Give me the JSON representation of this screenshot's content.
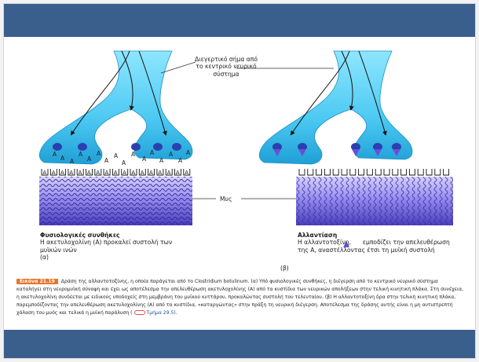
{
  "labels": {
    "signal": "Διεγερτικό σήμα από το κεντρικό νευρικό σύστημα",
    "muscle": "Μυς",
    "sub_a": "(α)",
    "sub_b": "(β)",
    "acetylcholine_letter": "A"
  },
  "left_panel": {
    "title": "Φυσιολογικές συνθήκες",
    "text": "Η ακετυλοχολίνη (A) προκαλεί συστολή των μυϊκών ινών"
  },
  "right_panel": {
    "title": "Αλλαντίαση",
    "text_before": "Η αλλαντοτοξίνη,",
    "text_after": "εμποδίζει την απελευθέρωση της A, αναστέλλοντας έτσι τη μυϊκή συστολή"
  },
  "caption": {
    "tag": "Εικόνα 21.19",
    "text": "Δράση της αλλαντοτοξίνης, η οποία παράγεται από το Clostridium botulinum. (α) Υπό φυσιολογικές συνθήκες, η διέγερση από το κεντρικό νευρικό σύστημα καταλήγει στη νευρομυϊκή σύναψη και έχει ως αποτέλεσμα την απελευθέρωση ακετυλοχολίνης (A) από τα κυστίδια των νευρικών απολήξεων στην τελική κινητική πλάκα. Στη συνέχεια, η ακετυλοχολίνη συνδέεται με ειδικούς υποδοχείς στη μεμβράνη του μυϊκού κυττάρου, προκαλώντας συστολή του τελευταίου. (β) Η αλλαντοτοξίνη δρα στην τελική κινητική πλάκα, παρεμποδίζοντας την απελευθέρωση ακετυλοχολίνης (A) από τα κυστίδια, «καταργώντας» στην πράξη τη νευρική διέγερση. Αποτέλεσμα της δράσης αυτής είναι η μη αντιστρεπτή χάλαση του μυός και τελικά η μυϊκή παράλυση (",
    "ref": "Τμήμα 29.5).",
    "colors": {
      "tag": "#e8742c",
      "ref_icon": "#d9534f"
    }
  },
  "colors": {
    "band": "#3a5f8c",
    "nerve": "#5fd3f5",
    "nerve_dark": "#1aa3d8",
    "muscle_light": "#c8c8ff",
    "muscle_dark": "#5a4fc8",
    "vesicle": "#2c3fae",
    "toxin": "#6a4fd8"
  }
}
